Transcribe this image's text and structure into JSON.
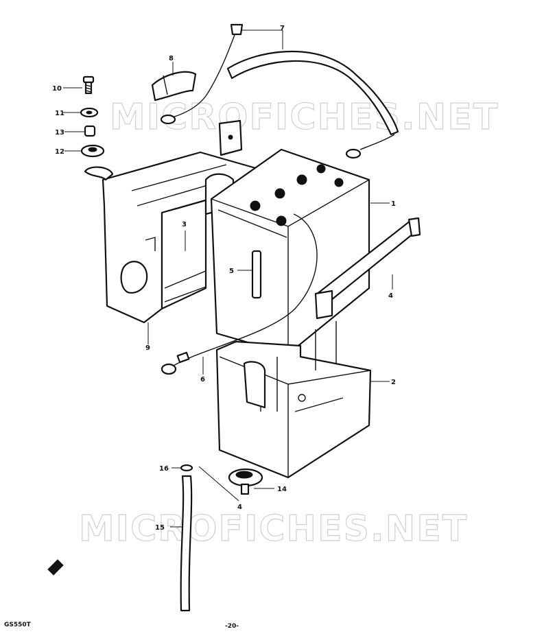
{
  "diagram": {
    "watermarks": [
      "MICROFICHES.NET",
      "MICROFICHES.NET"
    ],
    "callouts": [
      {
        "id": "c1",
        "text": "1"
      },
      {
        "id": "c2",
        "text": "2"
      },
      {
        "id": "c3",
        "text": "3"
      },
      {
        "id": "c4",
        "text": "4"
      },
      {
        "id": "c5",
        "text": "5"
      },
      {
        "id": "c6",
        "text": "6"
      },
      {
        "id": "c7",
        "text": "7"
      },
      {
        "id": "c8",
        "text": "8"
      },
      {
        "id": "c9",
        "text": "9"
      },
      {
        "id": "c10",
        "text": "10"
      },
      {
        "id": "c11",
        "text": "11"
      },
      {
        "id": "c12",
        "text": "12"
      },
      {
        "id": "c13",
        "text": "13"
      },
      {
        "id": "c14",
        "text": "14"
      },
      {
        "id": "c15",
        "text": "15"
      },
      {
        "id": "c16",
        "text": "16"
      },
      {
        "id": "c4b",
        "text": "4"
      }
    ]
  },
  "footer": {
    "model": "GS550T",
    "page": "-20-"
  }
}
